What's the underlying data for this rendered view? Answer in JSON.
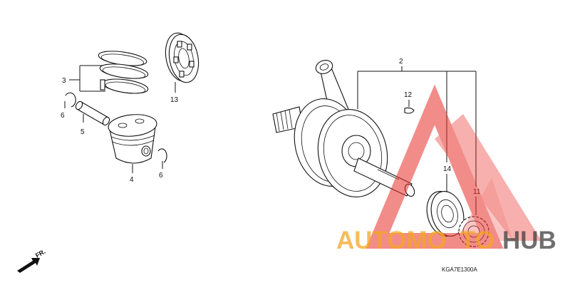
{
  "diagram": {
    "parts": [
      {
        "ref": "3"
      },
      {
        "ref": "13"
      },
      {
        "ref": "6"
      },
      {
        "ref": "5"
      },
      {
        "ref": "4"
      },
      {
        "ref": "6"
      },
      {
        "ref": "2"
      },
      {
        "ref": "12"
      },
      {
        "ref": "14"
      },
      {
        "ref": "11"
      }
    ],
    "front_marker": "FR.",
    "diagram_code": "KGA7E1300A"
  },
  "watermark": {
    "text_left": "AUTOMO",
    "text_right": "TO",
    "text_hub": "HUB",
    "colors": {
      "red": "#e8302a",
      "yellow": "#f5a623",
      "gray": "#3f3f3f"
    }
  }
}
